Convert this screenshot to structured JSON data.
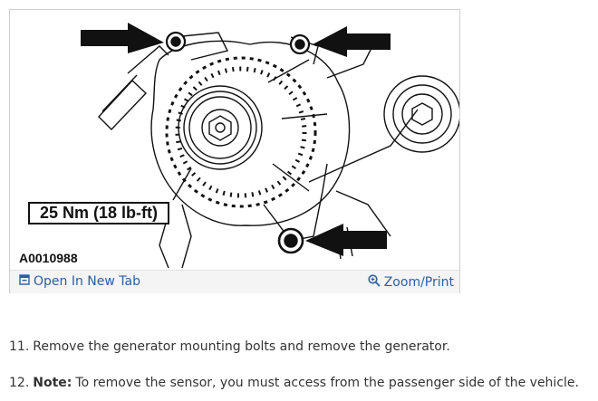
{
  "figure": {
    "torque_label": "25 Nm (18 lb-ft)",
    "figure_code": "A0010988",
    "open_link_label": "Open In New Tab",
    "zoom_link_label": "Zoom/Print",
    "icons": {
      "open": "open-in-new-tab-icon",
      "zoom": "magnifier-icon"
    }
  },
  "steps": [
    {
      "number": "11.",
      "text": "Remove the generator mounting bolts and remove the generator."
    },
    {
      "number": "12.",
      "note_label": "Note:",
      "text": "To remove the sensor, you must access from the passenger side of the vehicle."
    }
  ],
  "colors": {
    "link": "#2a5fa5",
    "footer_bg": "#f4f4f4",
    "text": "#333333"
  }
}
